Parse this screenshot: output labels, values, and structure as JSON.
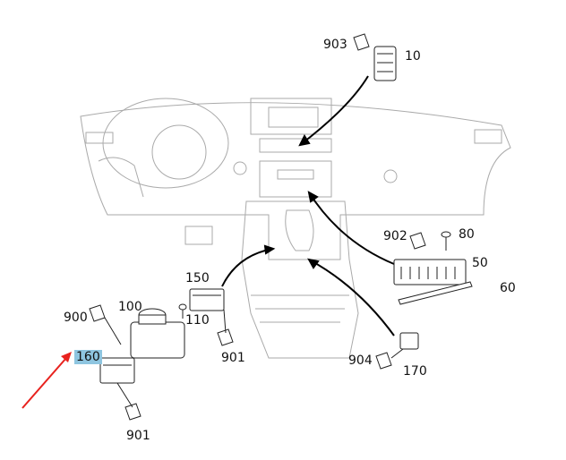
{
  "callouts": [
    {
      "id": "903",
      "text": "903"
    },
    {
      "id": "10",
      "text": "10"
    },
    {
      "id": "902",
      "text": "902"
    },
    {
      "id": "80",
      "text": "80"
    },
    {
      "id": "50",
      "text": "50"
    },
    {
      "id": "60",
      "text": "60"
    },
    {
      "id": "150",
      "text": "150"
    },
    {
      "id": "110",
      "text": "110"
    },
    {
      "id": "100",
      "text": "100"
    },
    {
      "id": "900",
      "text": "900"
    },
    {
      "id": "160",
      "text": "160",
      "highlighted": true
    },
    {
      "id": "901a",
      "text": "901"
    },
    {
      "id": "901b",
      "text": "901"
    },
    {
      "id": "904",
      "text": "904"
    },
    {
      "id": "170",
      "text": "170"
    }
  ],
  "colors": {
    "highlight": "#8ec5e0",
    "pointer_arrow": "#e8221e",
    "line_art": "#222222",
    "interior_outline": "#aaaaaa"
  }
}
